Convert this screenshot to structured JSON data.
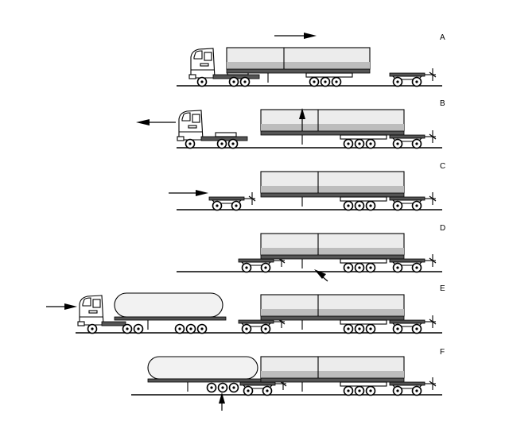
{
  "figure": {
    "steps": [
      {
        "label": "A"
      },
      {
        "label": "B"
      },
      {
        "label": "C"
      },
      {
        "label": "D"
      },
      {
        "label": "E"
      },
      {
        "label": "F"
      }
    ]
  }
}
